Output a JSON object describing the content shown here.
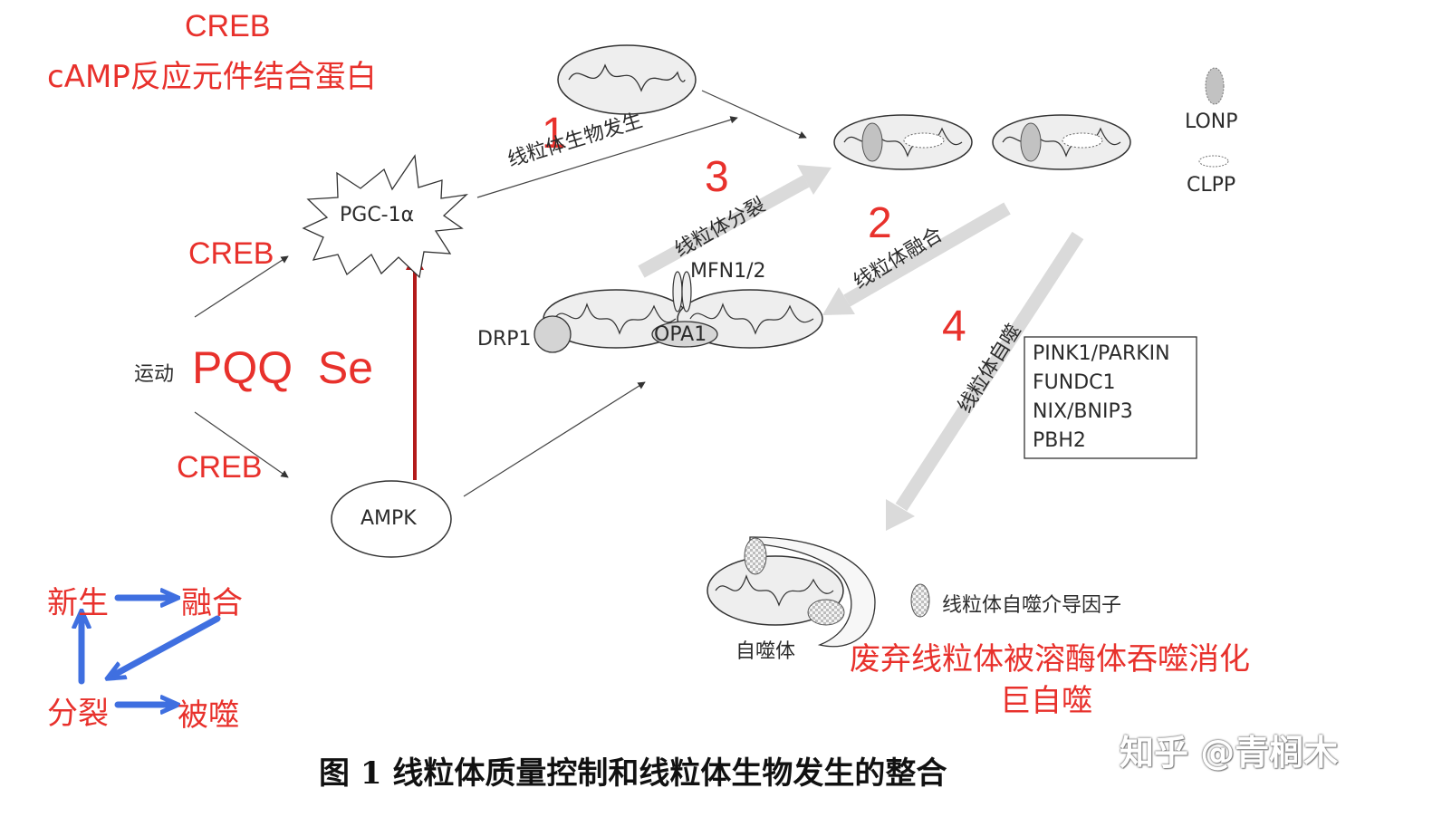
{
  "annotations": {
    "creb_top": "CREB",
    "creb_top_desc": "cAMP反应元件结合蛋白",
    "creb_mid": "CREB",
    "creb_bottom": "CREB",
    "pqq_se": "PQQ  Se"
  },
  "nodes": {
    "exercise": "运动",
    "pgc": "PGC-1α",
    "ampk": "AMPK",
    "lonp": "LONP",
    "clpp": "CLPP",
    "drp1": "DRP1",
    "mfn": "MFN1/2",
    "opa1": "OPA1",
    "autophagosome": "自噬体"
  },
  "steps": {
    "n1": "1",
    "s1": "线粒体生物发生",
    "n2": "2",
    "s2": "线粒体融合",
    "n3": "3",
    "s3": "线粒体分裂",
    "n4": "4",
    "s4": "线粒体自噬"
  },
  "mitophagy_box": [
    "PINK1/PARKIN",
    "FUNDC1",
    "NIX/BNIP3",
    "PBH2"
  ],
  "legend_mediator": "线粒体自噬介导因子",
  "red_note_1": "废弃线粒体被溶酶体吞噬消化",
  "red_note_2": "巨自噬",
  "cycle": {
    "nascent": "新生",
    "fusion": "融合",
    "fission": "分裂",
    "engulfed": "被噬"
  },
  "caption": "图 1 线粒体质量控制和线粒体生物发生的整合",
  "watermark": "知乎 @青榈木",
  "colors": {
    "red": "#e8312c",
    "blue": "#3f6fe0",
    "dark_red_arrow": "#b31b1b",
    "grey_arrow": "#d9d9d9",
    "mito_fill": "#eeeeee"
  }
}
